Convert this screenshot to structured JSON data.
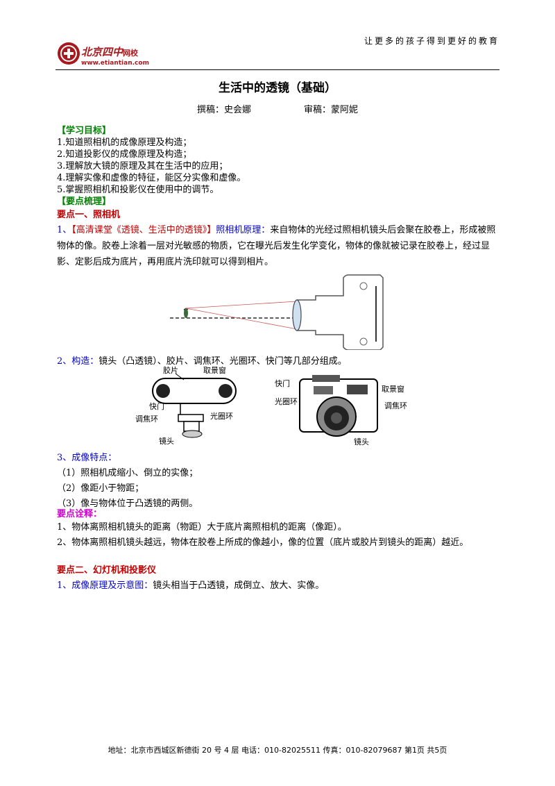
{
  "header": {
    "slogan": "让更多的孩子得到更好的教育",
    "logo_name": "北京四中",
    "logo_suffix": "网校",
    "logo_url": "www.etiantian.com"
  },
  "title": "生活中的透镜（基础）",
  "authors": {
    "writer": "撰稿：史会娜",
    "reviewer": "审稿：蒙阿妮"
  },
  "objectives": {
    "heading": "【学习目标】",
    "items": [
      "1.知道照相机的成像原理及构造；",
      "2.知道投影仪的成像原理及构造；",
      "3.理解放大镜的原理及其在生活中的应用；",
      "4.理解实像和虚像的特征，能区分实像和虚像。",
      "5.掌握照相机和投影仪在使用中的调节。"
    ]
  },
  "summary_heading": "【要点梳理】",
  "point1": {
    "heading": "要点一、照相机",
    "item1_num": "1、",
    "item1_link": "【高清课堂《透镜、生活中的透镜》】",
    "item1_label": "照相机原理：",
    "item1_text": "来自物体的光经过照相机镜头后会聚在胶卷上，形成被照物体的像。胶卷上涂着一层对光敏感的物质，它在曝光后发生化学变化，物体的像就被记录在胶卷上，经过显影、定影后成为底片，再用底片洗印就可以得到相片。",
    "item2_label": "2、构造：",
    "item2_text": "镜头（凸透镜）、胶片、调焦环、光圈环、快门等几部分组成。",
    "fig_left": {
      "film": "胶片",
      "viewfinder": "取景窗",
      "shutter": "快门",
      "focus": "调焦环",
      "aperture": "光圈环",
      "lens": "镜头"
    },
    "fig_right": {
      "shutter": "快门",
      "viewfinder": "取景窗",
      "aperture": "光圈环",
      "focus": "调焦环",
      "lens": "镜头"
    },
    "item3_label": "3、成像特点：",
    "features": [
      "（1）照相机成缩小、倒立的实像；",
      "（2）像距小于物距；",
      "（3）像与物体位于凸透镜的两侧。"
    ],
    "notes_heading": "要点诠释：",
    "notes": [
      "1、物体离照相机镜头的距离（物距）大于底片离照相机的距离（像距）。",
      "2、物体离照相机镜头越远，物体在胶卷上所成的像越小，像的位置（底片或胶片到镜头的距离）越近。"
    ]
  },
  "point2": {
    "heading": "要点二、幻灯机和投影仪",
    "item1_label": "1、成像原理及示意图：",
    "item1_text": "镜头相当于凸透镜，成倒立、放大、实像。"
  },
  "footer": "地址：北京市西城区新德街 20 号 4 层  电话：010-82025511  传真：010-82079687   第1页  共5页",
  "colors": {
    "heading_green": "#008000",
    "heading_red": "#c00000",
    "label_blue": "#0000d0",
    "notes_magenta": "#d000d0",
    "logo_red": "#a8191e"
  }
}
